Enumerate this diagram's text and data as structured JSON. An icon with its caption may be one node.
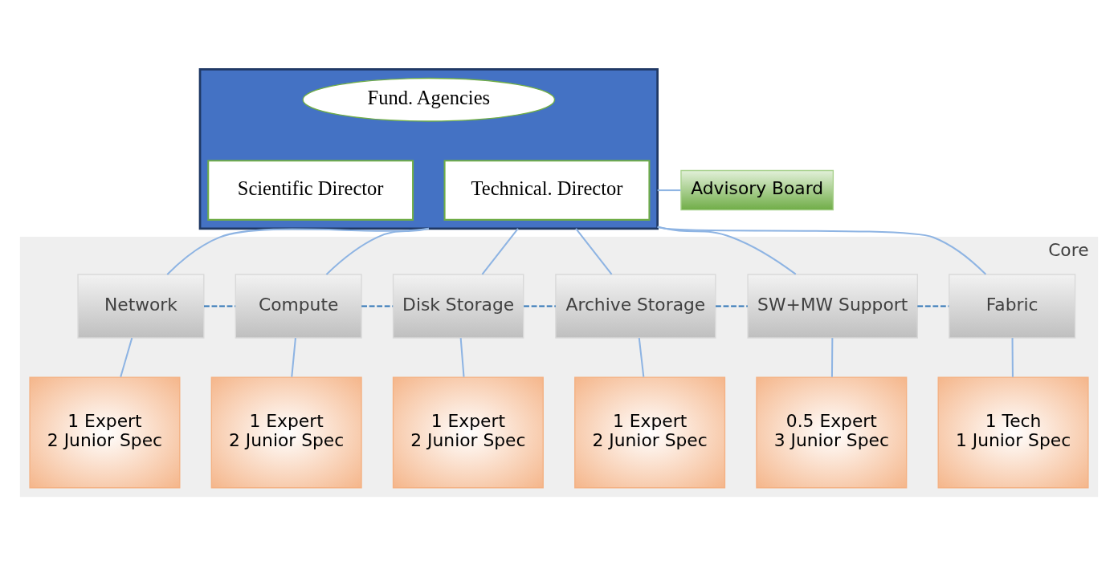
{
  "diagram": {
    "nodes": [
      {
        "text": [],
        "shape": "box"
      },
      {
        "text": [
          "Fund. Agencies"
        ],
        "in": 0
      },
      {
        "text": [
          "Scientific Director"
        ],
        "in": 0
      },
      {
        "text": [
          "Technical. Director"
        ],
        "in": 0
      },
      {
        "text": [
          "Advisory Board"
        ]
      },
      {
        "text": [
          "Core"
        ]
      },
      {
        "text": [
          "Network"
        ],
        "in": 5
      },
      {
        "text": [
          "Compute"
        ],
        "in": 5
      },
      {
        "text": [
          "Disk Storage"
        ],
        "in": 5
      },
      {
        "text": [
          "Archive Storage"
        ],
        "in": 5
      },
      {
        "text": [
          "SW+MW Support"
        ],
        "in": 5
      },
      {
        "text": [
          "Fabric"
        ],
        "in": 5
      },
      {
        "text": [
          "1 Expert",
          "2 Junior Spec"
        ],
        "in": 5
      },
      {
        "text": [
          "1 Expert",
          "2 Junior Spec"
        ],
        "in": 5
      },
      {
        "text": [
          "1 Expert",
          "2 Junior Spec"
        ],
        "in": 5
      },
      {
        "text": [
          "1 Expert",
          "2 Junior Spec"
        ],
        "in": 5
      },
      {
        "text": [
          "0.5 Expert",
          "3 Junior Spec"
        ],
        "in": 5
      },
      {
        "text": [
          "1 Tech",
          "1 Junior Spec"
        ],
        "in": 5
      }
    ],
    "edges": [
      {
        "from": 4,
        "to": 0,
        "arrow": "none"
      },
      {
        "from": 0,
        "to": 6,
        "arrow": "none"
      },
      {
        "from": 0,
        "to": 7,
        "arrow": "none"
      },
      {
        "from": 0,
        "to": 8,
        "arrow": "none"
      },
      {
        "from": 0,
        "to": 9,
        "arrow": "none"
      },
      {
        "from": 0,
        "to": 10,
        "arrow": "none"
      },
      {
        "from": 0,
        "to": 11,
        "arrow": "none"
      },
      {
        "from": 6,
        "to": 7,
        "arrow": "none",
        "style": "dashed",
        "color": "#2e75b6"
      },
      {
        "from": 7,
        "to": 8,
        "arrow": "none",
        "style": "dashed",
        "color": "#2e75b6"
      },
      {
        "from": 8,
        "to": 9,
        "arrow": "none",
        "style": "dashed",
        "color": "#2e75b6"
      },
      {
        "from": 9,
        "to": 10,
        "arrow": "none",
        "style": "dashed",
        "color": "#2e75b6"
      },
      {
        "from": 10,
        "to": 11,
        "arrow": "none",
        "style": "dashed",
        "color": "#2e75b6"
      },
      {
        "from": 6,
        "to": 12,
        "arrow": "none"
      },
      {
        "from": 7,
        "to": 13,
        "arrow": "none"
      },
      {
        "from": 8,
        "to": 14,
        "arrow": "none"
      },
      {
        "from": 9,
        "to": 15,
        "arrow": "none"
      },
      {
        "from": 10,
        "to": 16,
        "arrow": "none"
      },
      {
        "from": 11,
        "to": 17,
        "arrow": "none"
      }
    ]
  }
}
